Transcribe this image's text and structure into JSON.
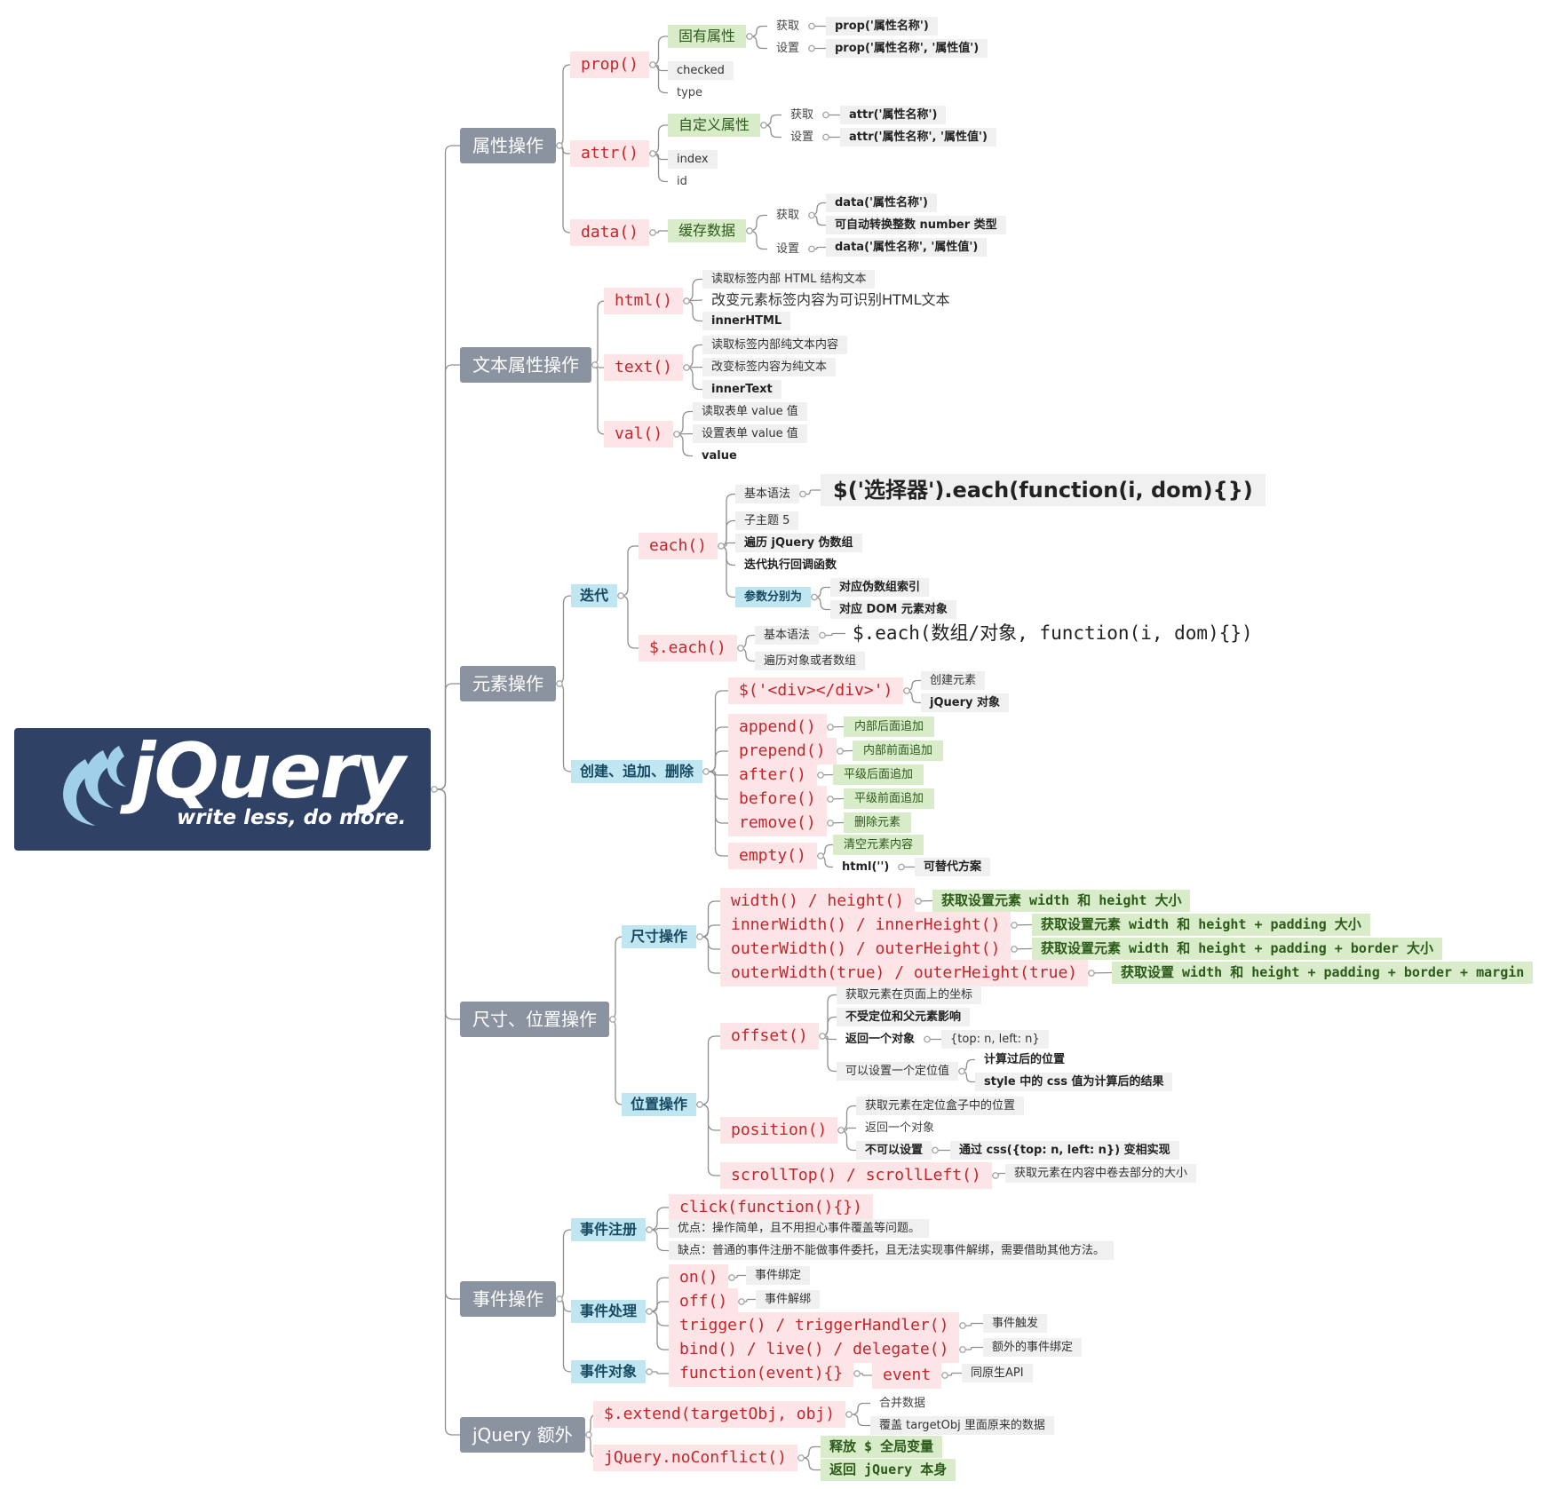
{
  "root": {
    "logo_word": "jQuery",
    "tagline": "write less, do more."
  },
  "branches": {
    "attr": {
      "title": "属性操作",
      "prop": {
        "label": "prop()",
        "intrinsic": "固有属性",
        "get": "获取",
        "get_v": "prop('属性名称')",
        "set": "设置",
        "set_v": "prop('属性名称', '属性值')",
        "ex1": "checked",
        "ex2": "type"
      },
      "attr": {
        "label": "attr()",
        "custom": "自定义属性",
        "get": "获取",
        "get_v": "attr('属性名称')",
        "set": "设置",
        "set_v": "attr('属性名称', '属性值')",
        "ex1": "index",
        "ex2": "id"
      },
      "data": {
        "label": "data()",
        "cache": "缓存数据",
        "get": "获取",
        "get_v": "data('属性名称')",
        "get_note": "可自动转换整数 number 类型",
        "set": "设置",
        "set_v": "data('属性名称', '属性值')"
      }
    },
    "text": {
      "title": "文本属性操作",
      "html": {
        "label": "html()",
        "n1": "读取标签内部 HTML 结构文本",
        "n2": "改变元素标签内容为可识别HTML文本",
        "n3": "innerHTML"
      },
      "text": {
        "label": "text()",
        "n1": "读取标签内部纯文本内容",
        "n2": "改变标签内容为纯文本",
        "n3": "innerText"
      },
      "val": {
        "label": "val()",
        "n1": "读取表单 value 值",
        "n2": "设置表单 value 值",
        "n3": "value"
      }
    },
    "element": {
      "title": "元素操作",
      "iterate": {
        "title": "迭代",
        "each": {
          "label": "each()",
          "syntax_label": "基本语法",
          "syntax": "$('选择器').each(function(i, dom){})",
          "sub": "子主题 5",
          "n1": "遍历 jQuery 伪数组",
          "n2": "迭代执行回调函数",
          "params": "参数分别为",
          "p1": "对应伪数组索引",
          "p2": "对应 DOM 元素对象"
        },
        "static_each": {
          "label": "$.each()",
          "syntax_label": "基本语法",
          "syntax": "$.each(数组/对象, function(i, dom){})",
          "n1": "遍历对象或者数组"
        }
      },
      "create": {
        "title": "创建、追加、删除",
        "ctor": {
          "label": "$('<div></div>')",
          "n1": "创建元素",
          "n2": "jQuery 对象"
        },
        "append": {
          "label": "append()",
          "note": "内部后面追加"
        },
        "prepend": {
          "label": "prepend()",
          "note": "内部前面追加"
        },
        "after": {
          "label": "after()",
          "note": "平级后面追加"
        },
        "before": {
          "label": "before()",
          "note": "平级前面追加"
        },
        "remove": {
          "label": "remove()",
          "note": "删除元素"
        },
        "empty": {
          "label": "empty()",
          "note": "清空元素内容",
          "alt": "html('')",
          "alt_note": "可替代方案"
        }
      }
    },
    "size": {
      "title": "尺寸、位置操作",
      "dim": {
        "title": "尺寸操作",
        "r1": {
          "label": "width() / height()",
          "note": "获取设置元素 width 和 height 大小"
        },
        "r2": {
          "label": "innerWidth() / innerHeight()",
          "note": "获取设置元素 width 和 height + padding 大小"
        },
        "r3": {
          "label": "outerWidth() / outerHeight()",
          "note": "获取设置元素 width 和 height + padding + border 大小"
        },
        "r4": {
          "label": "outerWidth(true) / outerHeight(true)",
          "note": "获取设置 width 和 height + padding + border + margin"
        }
      },
      "pos": {
        "title": "位置操作",
        "offset": {
          "label": "offset()",
          "n1": "获取元素在页面上的坐标",
          "n2": "不受定位和父元素影响",
          "n3": "返回一个对象",
          "n3v": "{top: n, left: n}",
          "n4": "可以设置一个定位值",
          "n4a": "计算过后的位置",
          "n4b": "style 中的 css 值为计算后的结果"
        },
        "position": {
          "label": "position()",
          "n1": "获取元素在定位盒子中的位置",
          "n2": "返回一个对象",
          "n3": "不可以设置",
          "n3v": "通过 css({top: n, left: n}) 变相实现"
        },
        "scroll": {
          "label": "scrollTop() / scrollLeft()",
          "note": "获取元素在内容中卷去部分的大小"
        }
      }
    },
    "event": {
      "title": "事件操作",
      "reg": {
        "title": "事件注册",
        "label": "click(function(){})",
        "pro": "优点：操作简单，且不用担心事件覆盖等问题。",
        "con": "缺点：普通的事件注册不能做事件委托，且无法实现事件解绑，需要借助其他方法。"
      },
      "handle": {
        "title": "事件处理",
        "on": {
          "label": "on()",
          "note": "事件绑定"
        },
        "off": {
          "label": "off()",
          "note": "事件解绑"
        },
        "trigger": {
          "label": "trigger() / triggerHandler()",
          "note": "事件触发"
        },
        "bind": {
          "label": "bind() / live() / delegate()",
          "note": "额外的事件绑定"
        }
      },
      "obj": {
        "title": "事件对象",
        "label": "function(event){}",
        "ev": "event",
        "note": "同原生API"
      }
    },
    "extra": {
      "title": "jQuery 额外",
      "extend": {
        "label": "$.extend(targetObj, obj)",
        "n1": "合并数据",
        "n2": "覆盖 targetObj 里面原来的数据"
      },
      "noconflict": {
        "label": "jQuery.noConflict()",
        "n1": "释放 $ 全局变量",
        "n2": "返回 jQuery 本身"
      }
    }
  },
  "colors": {
    "root": "#2f4266",
    "main": "#8b92a0",
    "red_bg": "#fde4e6",
    "green_bg": "#d8ecca",
    "blue_bg": "#bfe6f1",
    "gray_bg": "#f0f0f0",
    "line": "#8a8a8a"
  }
}
